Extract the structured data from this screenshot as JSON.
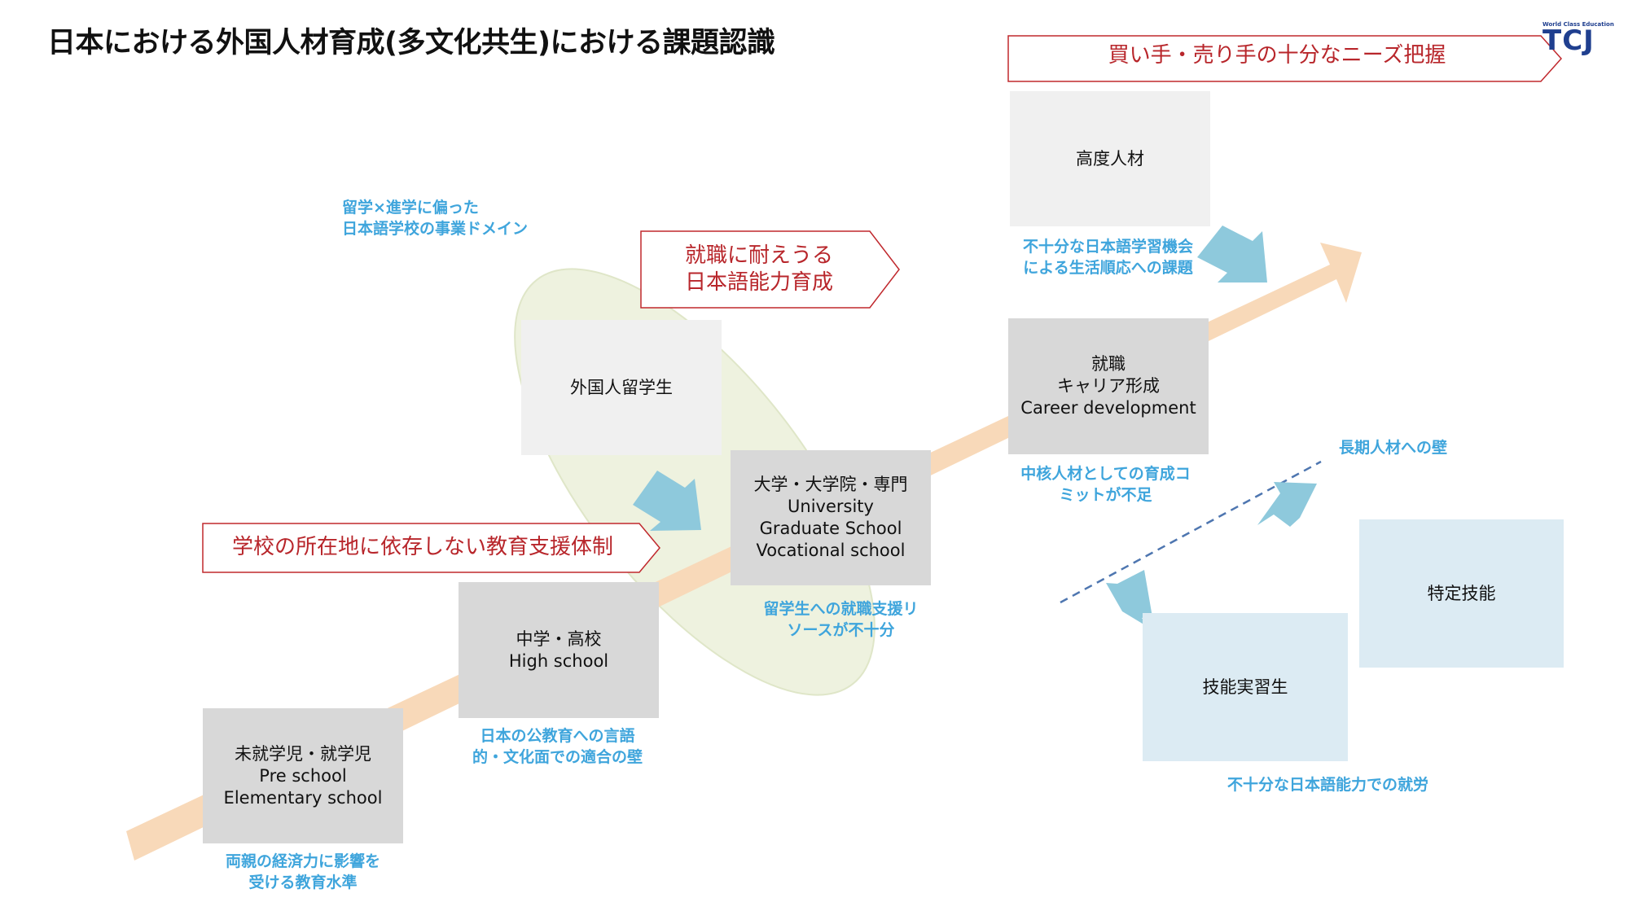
{
  "page": {
    "title": "日本における外国人材育成(多文化共生)における課題認識",
    "logo": {
      "small_text": "World Class Education",
      "text": "TCJ"
    }
  },
  "colors": {
    "arrow": "#f8d9b9",
    "ellipse": "#eef2df",
    "gray_box": "#d8d8d8",
    "light_box": "#f0f0f0",
    "blue_box": "#dcebf3",
    "blue_arrow": "#8ec9dc",
    "note_text": "#3fa5dc",
    "banner_text": "#b8262b",
    "banner_border": "#c0282d",
    "logo": "#1f3f8f"
  },
  "banners": {
    "needs": "買い手・売り手の十分なニーズ把握",
    "employment_ready": [
      "就職に耐えうる",
      "日本語能力育成"
    ],
    "school_support": "学校の所在地に依存しない教育支援体制"
  },
  "boxes": {
    "preschool": [
      "未就学児・就学児",
      "Pre school",
      "Elementary school"
    ],
    "highschool": [
      "中学・高校",
      "High school"
    ],
    "university": [
      "大学・大学院・専門",
      "University",
      "Graduate School",
      "Vocational school"
    ],
    "career": [
      "就職",
      "キャリア形成",
      "Career development"
    ],
    "highly_skilled": "高度人材",
    "foreign_students": "外国人留学生",
    "technical_intern": "技能実習生",
    "specified_skilled": "特定技能"
  },
  "notes": {
    "domain": [
      "留学×進学に偏った",
      "日本語学校の事業ドメイン"
    ],
    "preschool": [
      "両親の経済力に影響を",
      "受ける教育水準"
    ],
    "highschool": [
      "日本の公教育への言語",
      "的・文化面での適合の壁"
    ],
    "university": [
      "留学生への就職支援リ",
      "ソースが不十分"
    ],
    "career": [
      "中核人材としての育成コ",
      "ミットが不足"
    ],
    "highly_skilled": [
      "不十分な日本語学習機会",
      "による生活順応への課題"
    ],
    "long_term": "長期人材への壁",
    "intern": "不十分な日本語能力での就労"
  }
}
